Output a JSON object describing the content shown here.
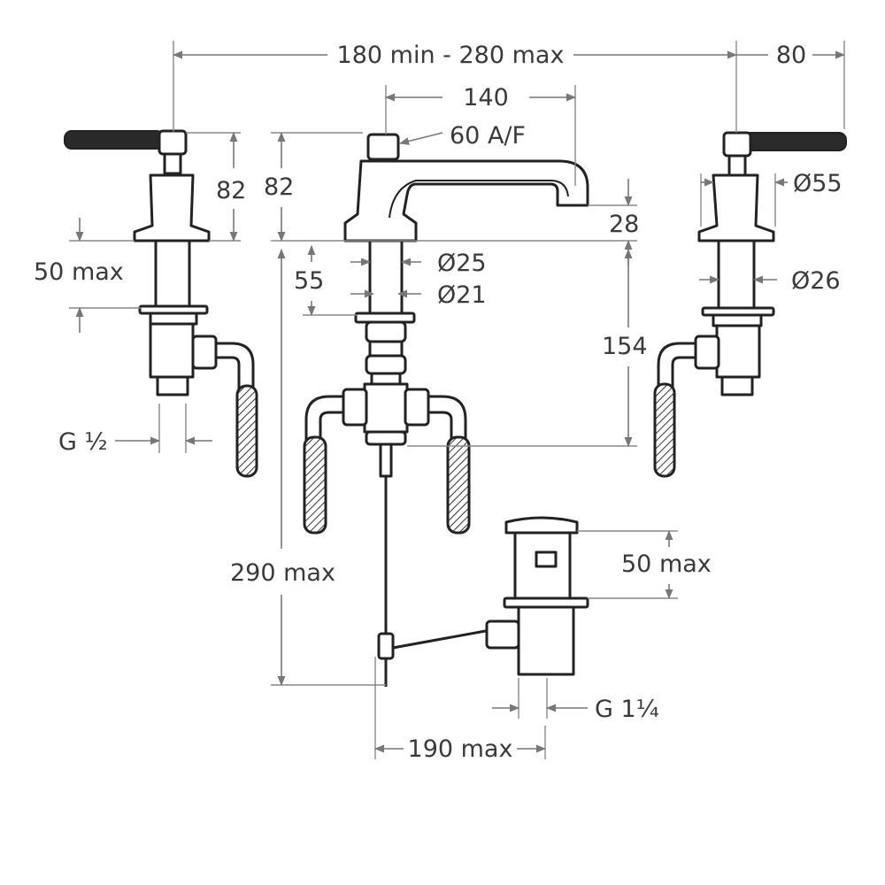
{
  "dimensions": {
    "spread": "180 min - 280 max",
    "handle_offset": "80",
    "spout_reach": "140",
    "nut_size": "60 A/F",
    "left_handle_height": "82",
    "spout_height": "82",
    "right_flange_dia": "Ø55",
    "spout_rise": "28",
    "left_mount_depth": "50 max",
    "spout_shank_depth": "55",
    "spout_shank_outer": "Ø25",
    "spout_shank_inner": "Ø21",
    "right_shank_dia": "Ø26",
    "tail_length": "154",
    "inlet_thread": "G ½",
    "waste_length": "290 max",
    "waste_depth": "50 max",
    "waste_thread": "G 1¼",
    "lever_reach": "190 max"
  }
}
